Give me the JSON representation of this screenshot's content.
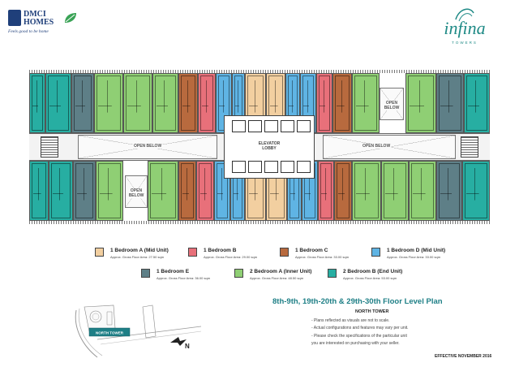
{
  "brand": {
    "name": "DMCI HOMES",
    "tagline": "Feels good to be home"
  },
  "project": {
    "name": "infina",
    "sub": "TOWERS"
  },
  "plan": {
    "elevator_lobby": "ELEVATOR LOBBY",
    "open_below": "OPEN BELOW"
  },
  "colors": {
    "1br_a": "#f2cfa0",
    "1br_b": "#e8707a",
    "1br_c": "#b86a3e",
    "1br_d": "#5fb4e4",
    "1br_e": "#5e7f87",
    "2br_a": "#8fcf74",
    "2br_b": "#27aea2"
  },
  "legend": [
    {
      "title": "1 Bedroom A (Mid Unit)",
      "area": "Approx. Gross Floor Area: 27.50 sqm",
      "color": "#f2cfa0"
    },
    {
      "title": "1 Bedroom B",
      "area": "Approx. Gross Floor Area: 29.00 sqm",
      "color": "#e8707a"
    },
    {
      "title": "1 Bedroom C",
      "area": "Approx. Gross Floor Area: 33.00 sqm",
      "color": "#b86a3e"
    },
    {
      "title": "1 Bedroom D (Mid Unit)",
      "area": "Approx. Gross Floor Area: 33.00 sqm",
      "color": "#5fb4e4"
    },
    {
      "title": "1 Bedroom E",
      "area": "Approx. Gross Floor Area: 36.00 sqm",
      "color": "#5e7f87"
    },
    {
      "title": "2 Bedroom A (Inner Unit)",
      "area": "Approx. Gross Floor Area: 48.50 sqm",
      "color": "#8fcf74"
    },
    {
      "title": "2 Bedroom B (End Unit)",
      "area": "Approx. Gross Floor Area: 53.00 sqm",
      "color": "#27aea2"
    }
  ],
  "site": {
    "north_tower": "NORTH TOWER",
    "north": "N"
  },
  "info": {
    "title": "8th-9th, 19th-20th & 29th-30th Floor Level Plan",
    "tower": "NORTH TOWER",
    "notes": [
      "- Plans reflected as visuals are not to scale.",
      "- Actual configurations and features may vary per unit.",
      "- Please check the specifications of the particular unit",
      "  you are interested on purchasing with your seller."
    ],
    "effective": "EFFECTIVE NOVEMBER 2016"
  }
}
